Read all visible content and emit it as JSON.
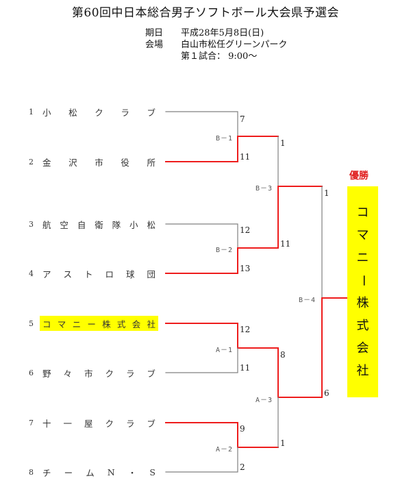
{
  "header": {
    "title": "第60回中日本総合男子ソフトボール大会県予選会",
    "info": [
      {
        "key": "期日",
        "value": "平成28年5月8日(日)"
      },
      {
        "key": "会場",
        "value": "白山市松任グリーンパーク"
      },
      {
        "key": "",
        "value": "第１試合： 9:00〜"
      }
    ]
  },
  "teams": [
    {
      "num": "1",
      "chars": [
        "小",
        "松",
        "ク",
        "ラ",
        "ブ"
      ],
      "name": "小松クラブ",
      "highlight": false
    },
    {
      "num": "2",
      "chars": [
        "金",
        "沢",
        "市",
        "役",
        "所"
      ],
      "name": "金沢市役所",
      "highlight": false
    },
    {
      "num": "3",
      "chars": [
        "航",
        "空",
        "自",
        "衛",
        "隊",
        "小",
        "松"
      ],
      "name": "航空自衛隊小松",
      "highlight": false
    },
    {
      "num": "4",
      "chars": [
        "ア",
        "ス",
        "ト",
        "ロ",
        "球",
        "団"
      ],
      "name": "アストロ球団",
      "highlight": false
    },
    {
      "num": "5",
      "chars": [
        "コ",
        "マ",
        "ニ",
        "ー",
        "株",
        "式",
        "会",
        "社"
      ],
      "name": "コマニー株式会社",
      "highlight": true
    },
    {
      "num": "6",
      "chars": [
        "野",
        "々",
        "市",
        "ク",
        "ラ",
        "ブ"
      ],
      "name": "野々市クラブ",
      "highlight": false
    },
    {
      "num": "7",
      "chars": [
        "十",
        "一",
        "屋",
        "ク",
        "ラ",
        "ブ"
      ],
      "name": "十一屋クラブ",
      "highlight": false
    },
    {
      "num": "8",
      "chars": [
        "チ",
        "ー",
        "ム",
        "N",
        "・",
        "S"
      ],
      "name": "チームN・S",
      "highlight": false
    }
  ],
  "matches": [
    {
      "id": "B-1",
      "label": "B－1",
      "scores": [
        "7",
        "11"
      ],
      "winner": "金沢市役所"
    },
    {
      "id": "B-2",
      "label": "B－2",
      "scores": [
        "12",
        "13"
      ],
      "winner": "アストロ球団"
    },
    {
      "id": "A-1",
      "label": "A－1",
      "scores": [
        "12",
        "11"
      ],
      "winner": "コマニー株式会社"
    },
    {
      "id": "A-2",
      "label": "A－2",
      "scores": [
        "9",
        "2"
      ],
      "winner": "十一屋クラブ"
    },
    {
      "id": "B-3",
      "label": "B－3",
      "scores": [
        "1",
        "11"
      ],
      "winner": "アストロ球団"
    },
    {
      "id": "A-3",
      "label": "A－3",
      "scores": [
        "8",
        "1"
      ],
      "winner": "コマニー株式会社"
    },
    {
      "id": "B-4",
      "label": "B－4",
      "scores": [
        "1",
        "6"
      ],
      "winner": "コマニー株式会社"
    }
  ],
  "champion": {
    "label": "優勝",
    "name": "コマニー株式会社",
    "chars": [
      "コ",
      "マ",
      "ニ",
      "ー",
      "株",
      "式",
      "会",
      "社"
    ]
  },
  "colors": {
    "win_line": "#ee1c1c",
    "lose_line": "#808080",
    "highlight": "#ffff00",
    "champion_label": "#e02020"
  }
}
